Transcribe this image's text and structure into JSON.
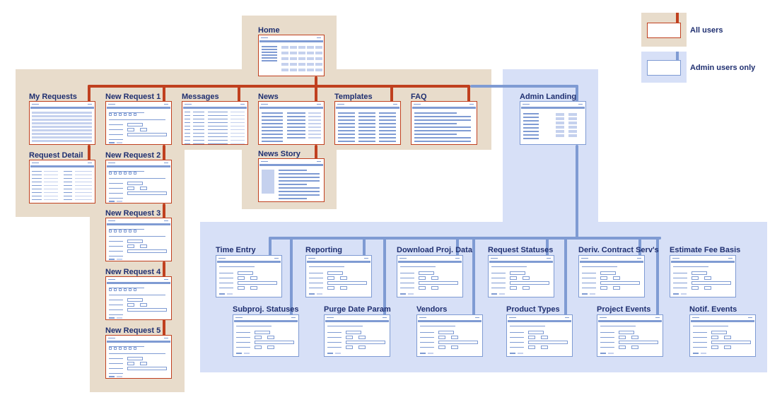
{
  "colors": {
    "tan": "#e8dccb",
    "blue_zone": "#d7e0f7",
    "red_line": "#c0401f",
    "blue_line": "#7f9bd3",
    "navy_text": "#1f2f70"
  },
  "legend": {
    "all_users": "All users",
    "admin_only": "Admin users only"
  },
  "nodes": {
    "home": "Home",
    "my_requests": "My Requests",
    "new_request_1": "New Request 1",
    "messages": "Messages",
    "news": "News",
    "templates": "Templates",
    "faq": "FAQ",
    "admin_landing": "Admin Landing",
    "request_detail": "Request Detail",
    "new_request_2": "New Request 2",
    "news_story": "News Story",
    "new_request_3": "New Request 3",
    "new_request_4": "New Request 4",
    "new_request_5": "New Request 5",
    "time_entry": "Time Entry",
    "reporting": "Reporting",
    "download_proj_data": "Download Proj. Data",
    "request_statuses": "Request Statuses",
    "deriv_contract_servs": "Deriv. Contract Serv's",
    "estimate_fee_basis": "Estimate Fee Basis",
    "subproj_statuses": "Subproj. Statuses",
    "purge_date_param": "Purge Date Param",
    "vendors": "Vendors",
    "product_types": "Product Types",
    "project_events": "Project Events",
    "notif_events": "Notif. Events"
  }
}
